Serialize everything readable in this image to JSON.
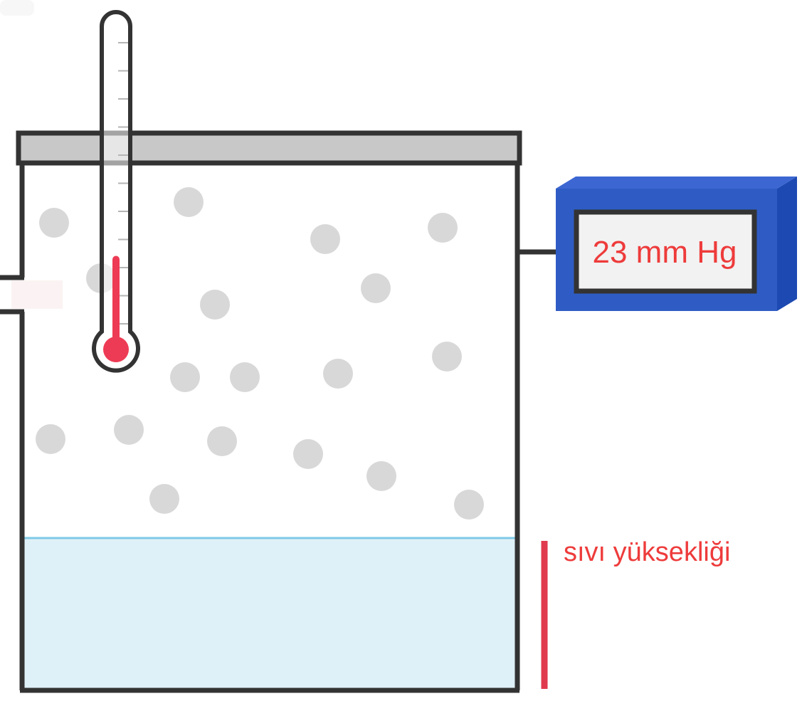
{
  "pressure_gauge": {
    "reading": "23 mm Hg",
    "body_color": "#2f5cc4",
    "screen_color": "#f2f2f2",
    "text_color": "#ee3b3b"
  },
  "liquid": {
    "height_label": "sıvı yüksekliği",
    "fill_color": "#dff1f8",
    "surface_color": "#7fc8e6",
    "marker_color": "#e03a4e"
  },
  "thermometer": {
    "mercury_color": "#ee3b55",
    "level_fraction": 0.29
  },
  "vapor": {
    "particle_color": "#d8d8d8"
  },
  "container": {
    "wall_color": "#333333",
    "lid_color": "#c8c8c8"
  }
}
